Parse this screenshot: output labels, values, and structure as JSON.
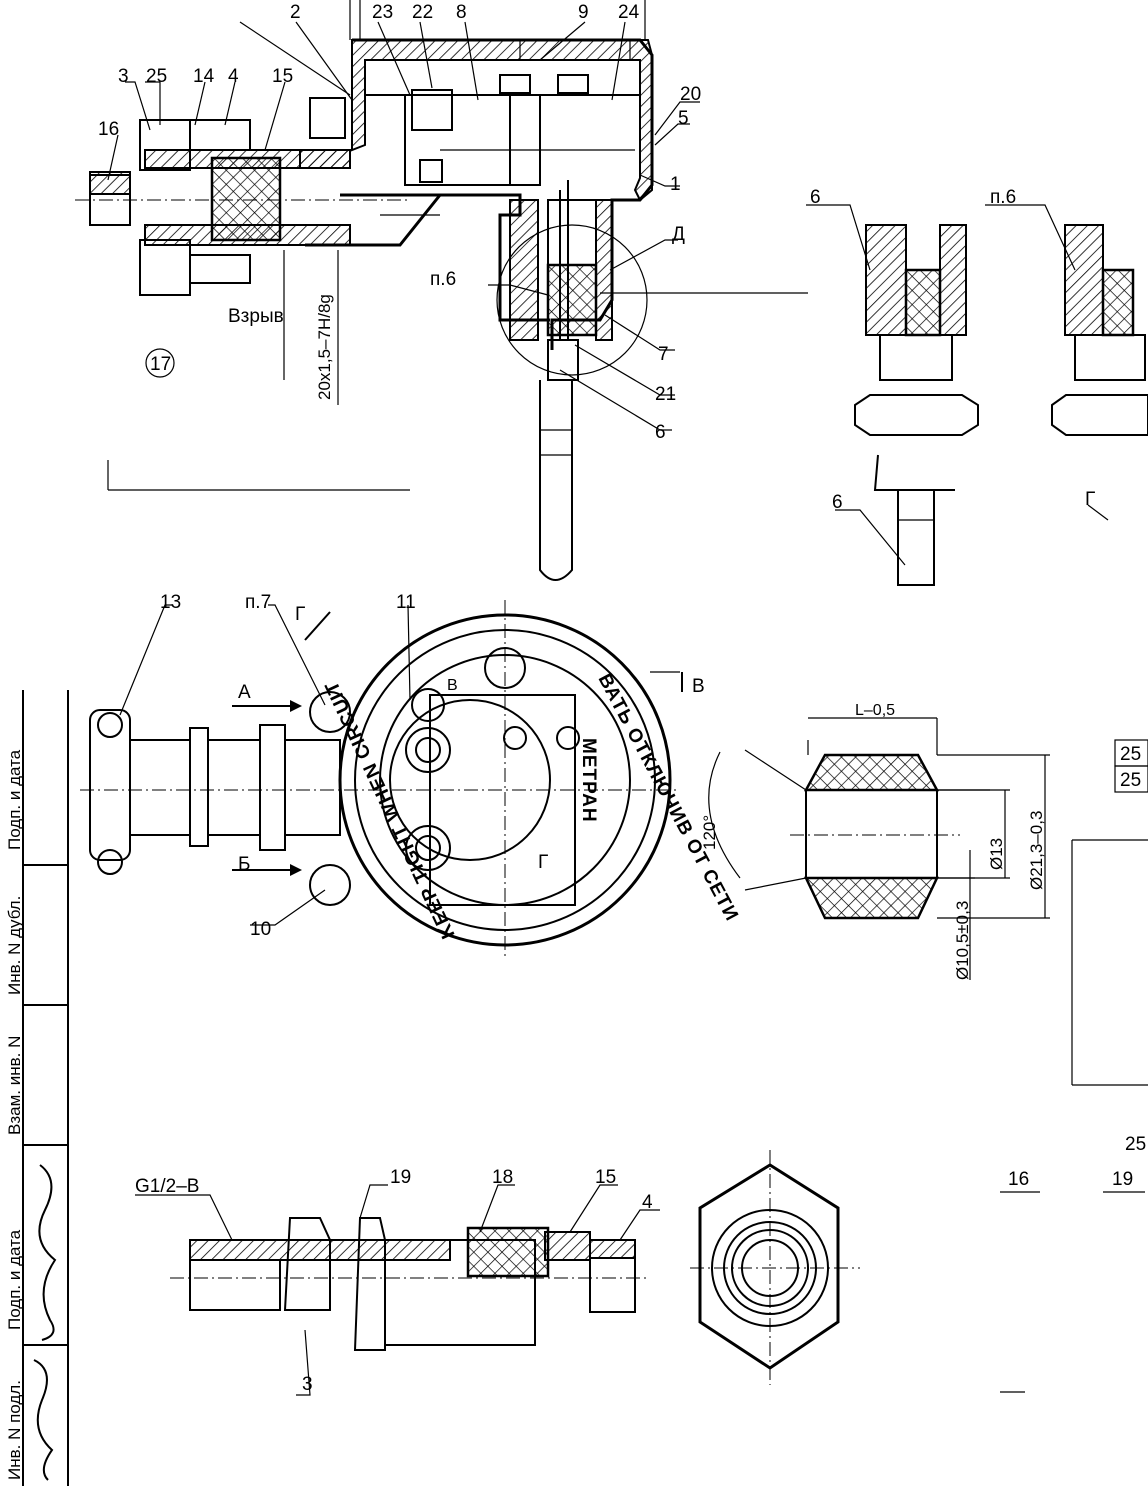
{
  "callouts": {
    "c2": "2",
    "c23": "23",
    "c22": "22",
    "c8": "8",
    "c9": "9",
    "c24": "24",
    "c3": "3",
    "c25": "25",
    "c14": "14",
    "c4": "4",
    "c15": "15",
    "c16": "16",
    "c20": "20",
    "c5": "5",
    "c1": "1",
    "cD": "Д",
    "c7": "7",
    "c21": "21",
    "c6": "6",
    "p6": "п.6",
    "c17": "17",
    "c13": "13",
    "p7": "п.7",
    "cG1": "Г",
    "c11": "11",
    "cV": "В",
    "cA": "А",
    "cB": "Б",
    "c10": "10",
    "cV2": "В",
    "cG2": "Г",
    "r6": "6",
    "rp6": "п.6",
    "r6b": "6",
    "rG": "Г",
    "c19": "19",
    "c18": "18",
    "c15b": "15",
    "c4b": "4",
    "c3b": "3",
    "c16r": "16",
    "c19r": "19",
    "c25r": "25",
    "t25a": "25",
    "t25b": "25"
  },
  "dimensions": {
    "thread": "20x1,5–7H/8g",
    "explosion": "Взрыв",
    "length": "L–0,5",
    "angle": "120°",
    "d13": "Ø13",
    "d21": "Ø21,3–0,3",
    "d10": "Ø10,5±0,3",
    "pipe_thread": "G1/2–B"
  },
  "device": {
    "brand": "МЕТРАН",
    "ring_text_1": "KEEP TIGHT WHEN CIRCUIT",
    "ring_text_2": "ВАТЬ ОТКЛЮЧИВ ОТ СЕТИ"
  },
  "title_block": {
    "f1": "Подп. и дата",
    "f2": "Инв. N дубл.",
    "f3": "Взам. инв. N",
    "f4": "Подп. и дата",
    "f5": "Инв. N подл."
  }
}
